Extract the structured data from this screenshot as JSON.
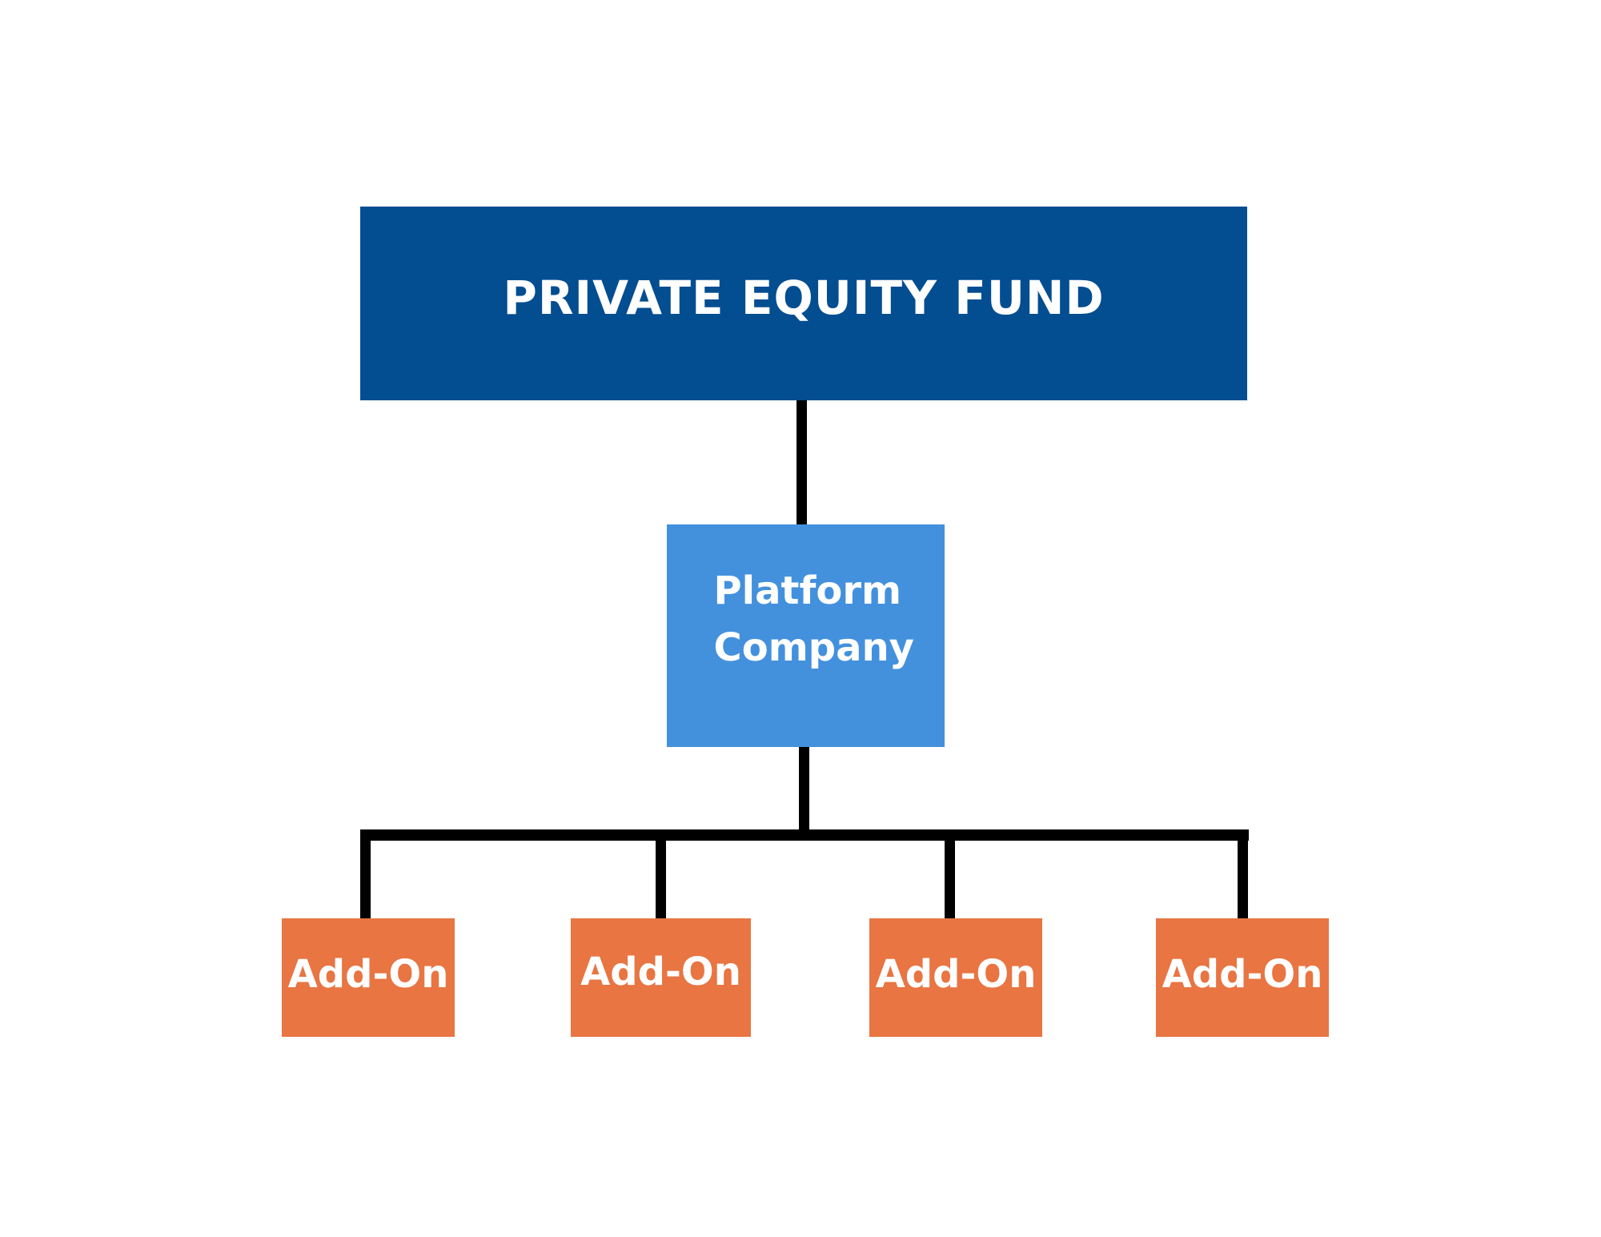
{
  "diagram": {
    "root": {
      "label": "PRIVATE EQUITY FUND"
    },
    "platform": {
      "line1": "Platform",
      "line2": "Company"
    },
    "addons": [
      {
        "label": "Add-On"
      },
      {
        "label": "Add-On"
      },
      {
        "label": "Add-On"
      },
      {
        "label": "Add-On"
      }
    ]
  },
  "colors": {
    "root_fill": "#034d91",
    "platform_fill": "#4391dd",
    "addon_fill": "#e87542",
    "connector": "#000000",
    "text": "#ffffff"
  }
}
